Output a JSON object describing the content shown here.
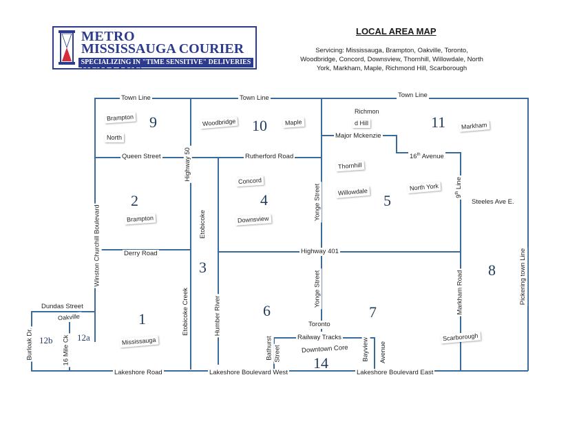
{
  "logo": {
    "line1": "METRO",
    "line2": "MISSISSAUGA COURIER SERVICE",
    "tagline": "SPECIALIZING IN \"TIME SENSITIVE\" DELIVERIES"
  },
  "title": "LOCAL AREA MAP",
  "servicing": "Servicing: Mississauga,  Brampton, Oakville, Toronto, Woodbridge, Concord, Downsview, Thornhill, Willowdale, North York, Markham, Maple, Richmond Hill, Scarborough",
  "roads": {
    "town_line_1": "Town Line",
    "town_line_2": "Town Line",
    "town_line_3": "Town Line",
    "queen_street": "Queen Street",
    "rutherford_road": "Rutherford Road",
    "major_mckenzie": "Major Mckenzie",
    "sixteenth_avenue_pre": "16",
    "sixteenth_avenue_sup": "th",
    "sixteenth_avenue_post": " Avenue",
    "highway_50": "Highway 50",
    "winston_churchill": "Winston Churchill Boulevard",
    "etobicoke": "Etobicoke",
    "yonge_street_north": "Yonge Street",
    "ninth_line_pre": "9",
    "ninth_line_sup": "th",
    "ninth_line_post": " Line",
    "steeles_ave": "Steeles Ave E.",
    "derry_road": "Derry Road",
    "highway_401": "Highway 401",
    "pickering_town_line": "Pickering town Line",
    "markham_road": "Markham Road",
    "etobicoke_creek": "Etobicoke Creek",
    "humber_river": "Humber River",
    "yonge_street_south": "Yonge Street",
    "dundas_street": "Dundas Street",
    "burloak_dr": "Burloak Dr.",
    "sixteen_mile_ck": "16 Mile Ck",
    "toronto": "Toronto",
    "railway_tracks": "Railway Tracks",
    "bathurst": "Bathurst",
    "street": "Street",
    "bayview": "Bayview",
    "avenue": "Avenue",
    "downtown_core": "Downtown  Core",
    "lakeshore_road": "Lakeshore Road",
    "lakeshore_west": "Lakeshore Boulevard West",
    "lakeshore_east": "Lakeshore Boulevard East"
  },
  "places": {
    "brampton_1": "Brampton",
    "north": "North",
    "woodbridge": "Woodbridge",
    "maple": "Maple",
    "richmond": "Richmon",
    "d_hill": "d Hill",
    "markham": "Markham",
    "thornhill": "Thornhill",
    "concord": "Concord",
    "willowdale": "Willowdale",
    "north_york": "North York",
    "brampton_2": "Brampton",
    "downsview": "Downsview",
    "oakville": "Oakville",
    "mississauga": "Mississauga",
    "scarborough": "Scarborough"
  },
  "zones": {
    "z1": "1",
    "z2": "2",
    "z3": "3",
    "z4": "4",
    "z5": "5",
    "z6": "6",
    "z7": "7",
    "z8": "8",
    "z9": "9",
    "z10": "10",
    "z11": "11",
    "z12a": "12a",
    "z12b": "12b",
    "z14": "14"
  },
  "colors": {
    "brand": "#2b3a8c",
    "road": "#3a6a9a",
    "zone": "#1e3a5c",
    "hourglass_sand": "#d62b3a"
  }
}
